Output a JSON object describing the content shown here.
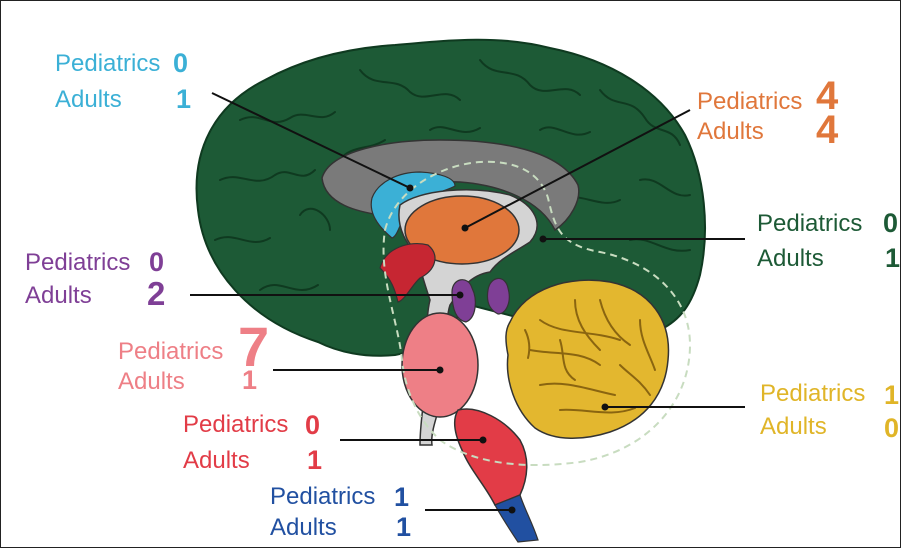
{
  "colors": {
    "cortex": "#1d5a36",
    "cortex_folds": "#0f3a20",
    "cerebellum": "#e3b72f",
    "cerebellum_lines": "#b98a15",
    "ventricle": "#d4d4d4",
    "corpus": "#7a7a7a",
    "outline": "#333333"
  },
  "labels": [
    {
      "id": "lateral-ventricle",
      "color": "#3bb0d6",
      "pediatrics_label": "Pediatrics",
      "pediatrics_value": "0",
      "adults_label": "Adults",
      "adults_value": "1"
    },
    {
      "id": "thalamus",
      "color": "#e0773b",
      "pediatrics_label": "Pediatrics",
      "pediatrics_value": "4",
      "adults_label": "Adults",
      "adults_value": "4"
    },
    {
      "id": "cerebrum",
      "color": "#1d5a36",
      "pediatrics_label": "Pediatrics",
      "pediatrics_value": "0",
      "adults_label": "Adults",
      "adults_value": "1"
    },
    {
      "id": "hypothalamus",
      "color": "#7f3f96",
      "pediatrics_label": "Pediatrics",
      "pediatrics_value": "0",
      "adults_label": "Adults",
      "adults_value": "2"
    },
    {
      "id": "pons",
      "color": "#ee7f86",
      "pediatrics_label": "Pediatrics",
      "pediatrics_value": "7",
      "adults_label": "Adults",
      "adults_value": "1"
    },
    {
      "id": "cerebellum",
      "color": "#e0b528",
      "pediatrics_label": "Pediatrics",
      "pediatrics_value": "1",
      "adults_label": "Adults",
      "adults_value": "0"
    },
    {
      "id": "medulla",
      "color": "#e23c47",
      "pediatrics_label": "Pediatrics",
      "pediatrics_value": "0",
      "adults_label": "Adults",
      "adults_value": "1"
    },
    {
      "id": "spinal-cord",
      "color": "#2150a1",
      "pediatrics_label": "Pediatrics",
      "pediatrics_value": "1",
      "adults_label": "Adults",
      "adults_value": "1"
    }
  ]
}
